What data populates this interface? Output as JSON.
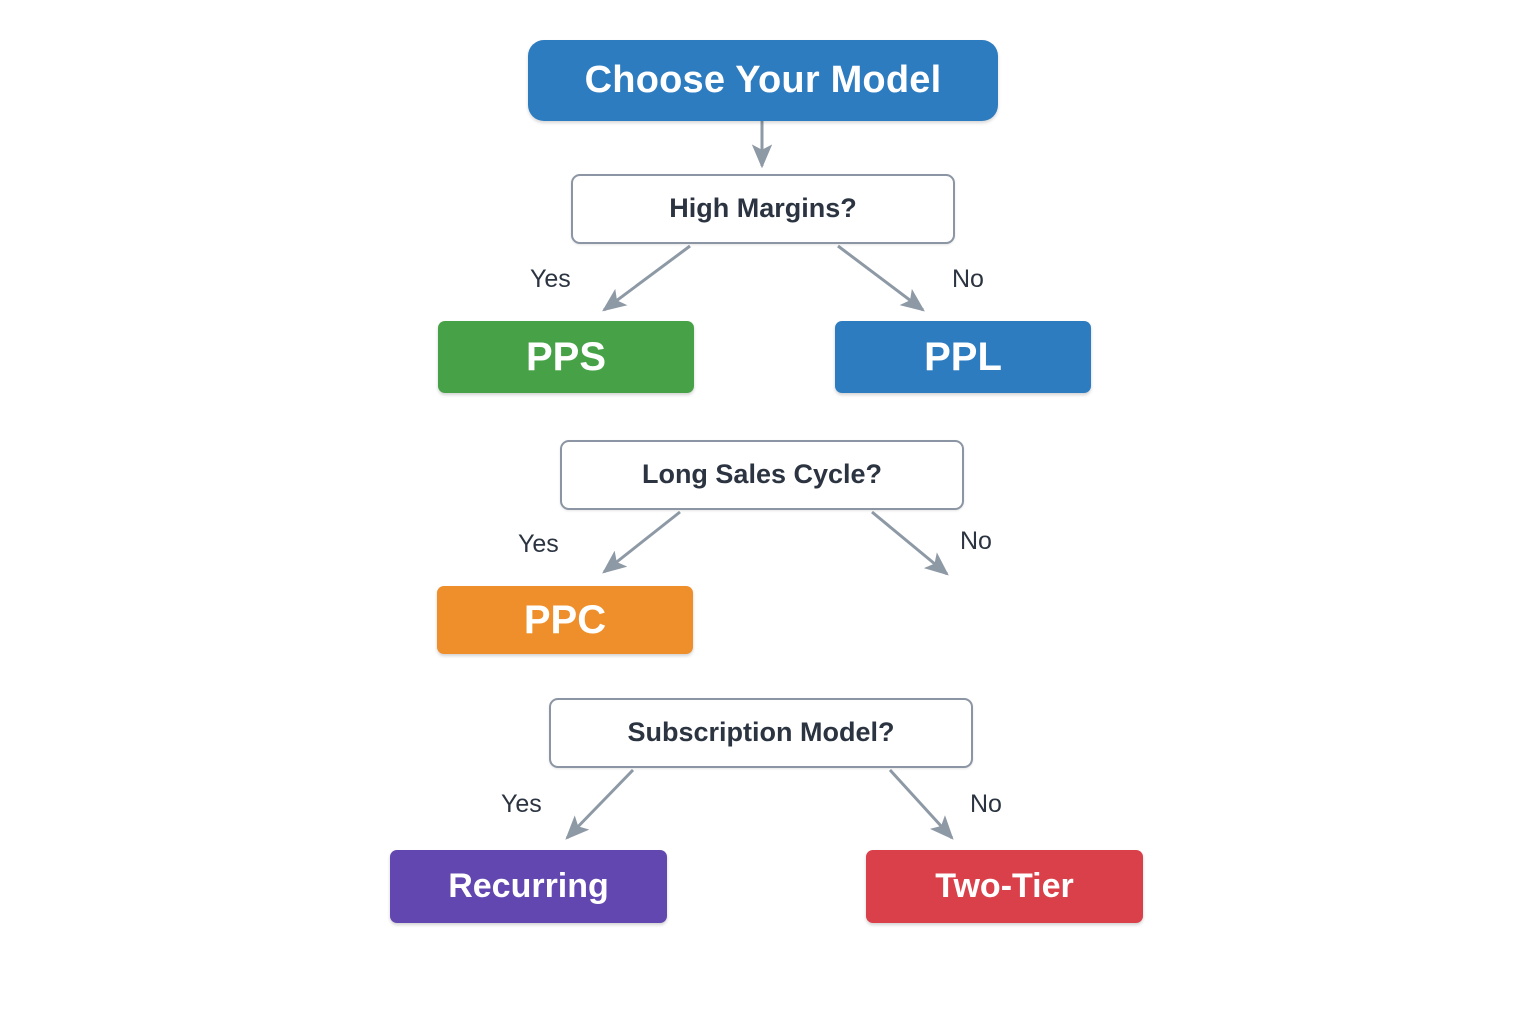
{
  "diagram": {
    "title": "Choose Your Model",
    "background": "#ffffff",
    "arrow_color": "#8e99a6",
    "decision_border_color": "#8b95a3",
    "text_color": "#2b3440"
  },
  "nodes": {
    "root": {
      "label": "Choose Your Model",
      "color": "#2E7CC0",
      "kind": "root"
    },
    "decision_margins": {
      "label": "High Margins?",
      "kind": "decision"
    },
    "outcome_pps": {
      "label": "PPS",
      "color": "#47A247",
      "kind": "outcome"
    },
    "outcome_ppl": {
      "label": "PPL",
      "color": "#2E7CC0",
      "kind": "outcome"
    },
    "decision_cycle": {
      "label": "Long Sales Cycle?",
      "kind": "decision"
    },
    "outcome_ppc": {
      "label": "PPC",
      "color": "#EE8F2B",
      "kind": "outcome"
    },
    "decision_subscription": {
      "label": "Subscription Model?",
      "kind": "decision"
    },
    "outcome_recurring": {
      "label": "Recurring",
      "color": "#6347B0",
      "kind": "outcome"
    },
    "outcome_two_tier": {
      "label": "Two-Tier",
      "color": "#D94049",
      "kind": "outcome"
    }
  },
  "edge_labels": {
    "margins_yes": "Yes",
    "margins_no": "No",
    "cycle_yes": "Yes",
    "cycle_no": "No",
    "subscription_yes": "Yes",
    "subscription_no": "No"
  }
}
